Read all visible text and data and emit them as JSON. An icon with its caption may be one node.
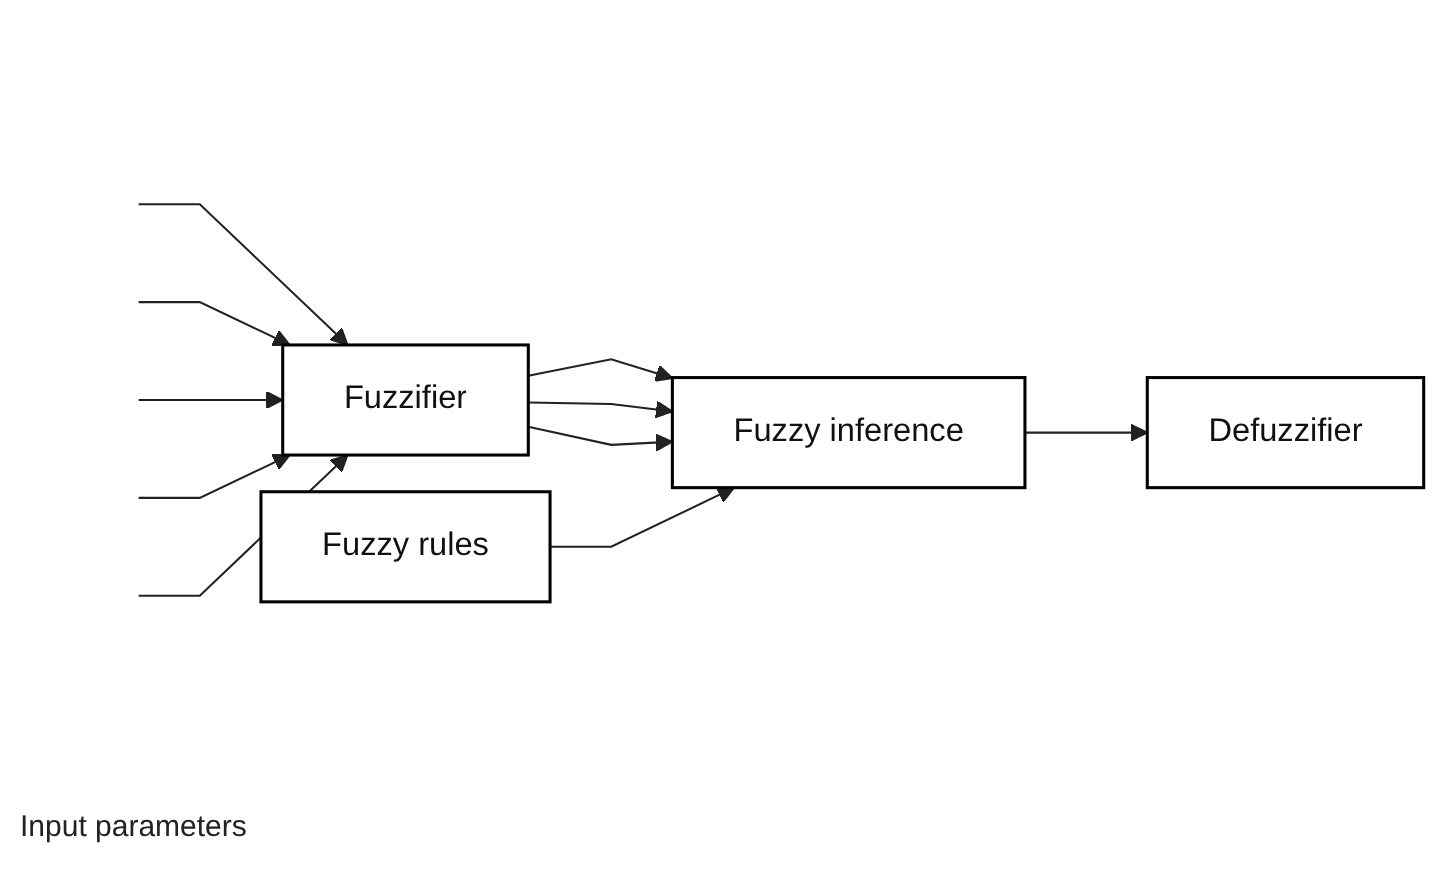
{
  "diagram": {
    "nodes": [
      {
        "text": [
          "Fuzzy rules"
        ]
      },
      {
        "text": [
          "Fuzzifier"
        ]
      },
      {
        "text": [
          "Fuzzy inference"
        ]
      },
      {
        "text": [
          "Defuzzifier"
        ]
      }
    ],
    "edges": [
      {
        "from": null,
        "to": 1,
        "arrow": "to"
      },
      {
        "from": null,
        "to": 1,
        "arrow": "to"
      },
      {
        "from": null,
        "to": 1,
        "arrow": "to"
      },
      {
        "from": null,
        "to": 1,
        "arrow": "to"
      },
      {
        "from": null,
        "to": 1,
        "arrow": "to"
      },
      {
        "from": 1,
        "to": 2,
        "arrow": "to"
      },
      {
        "from": 1,
        "to": 2,
        "arrow": "to"
      },
      {
        "from": 1,
        "to": 2,
        "arrow": "to"
      },
      {
        "from": 0,
        "to": 2,
        "arrow": "to"
      },
      {
        "from": 2,
        "to": 3,
        "arrow": "to"
      }
    ],
    "labels": [
      "Input parameters"
    ]
  }
}
